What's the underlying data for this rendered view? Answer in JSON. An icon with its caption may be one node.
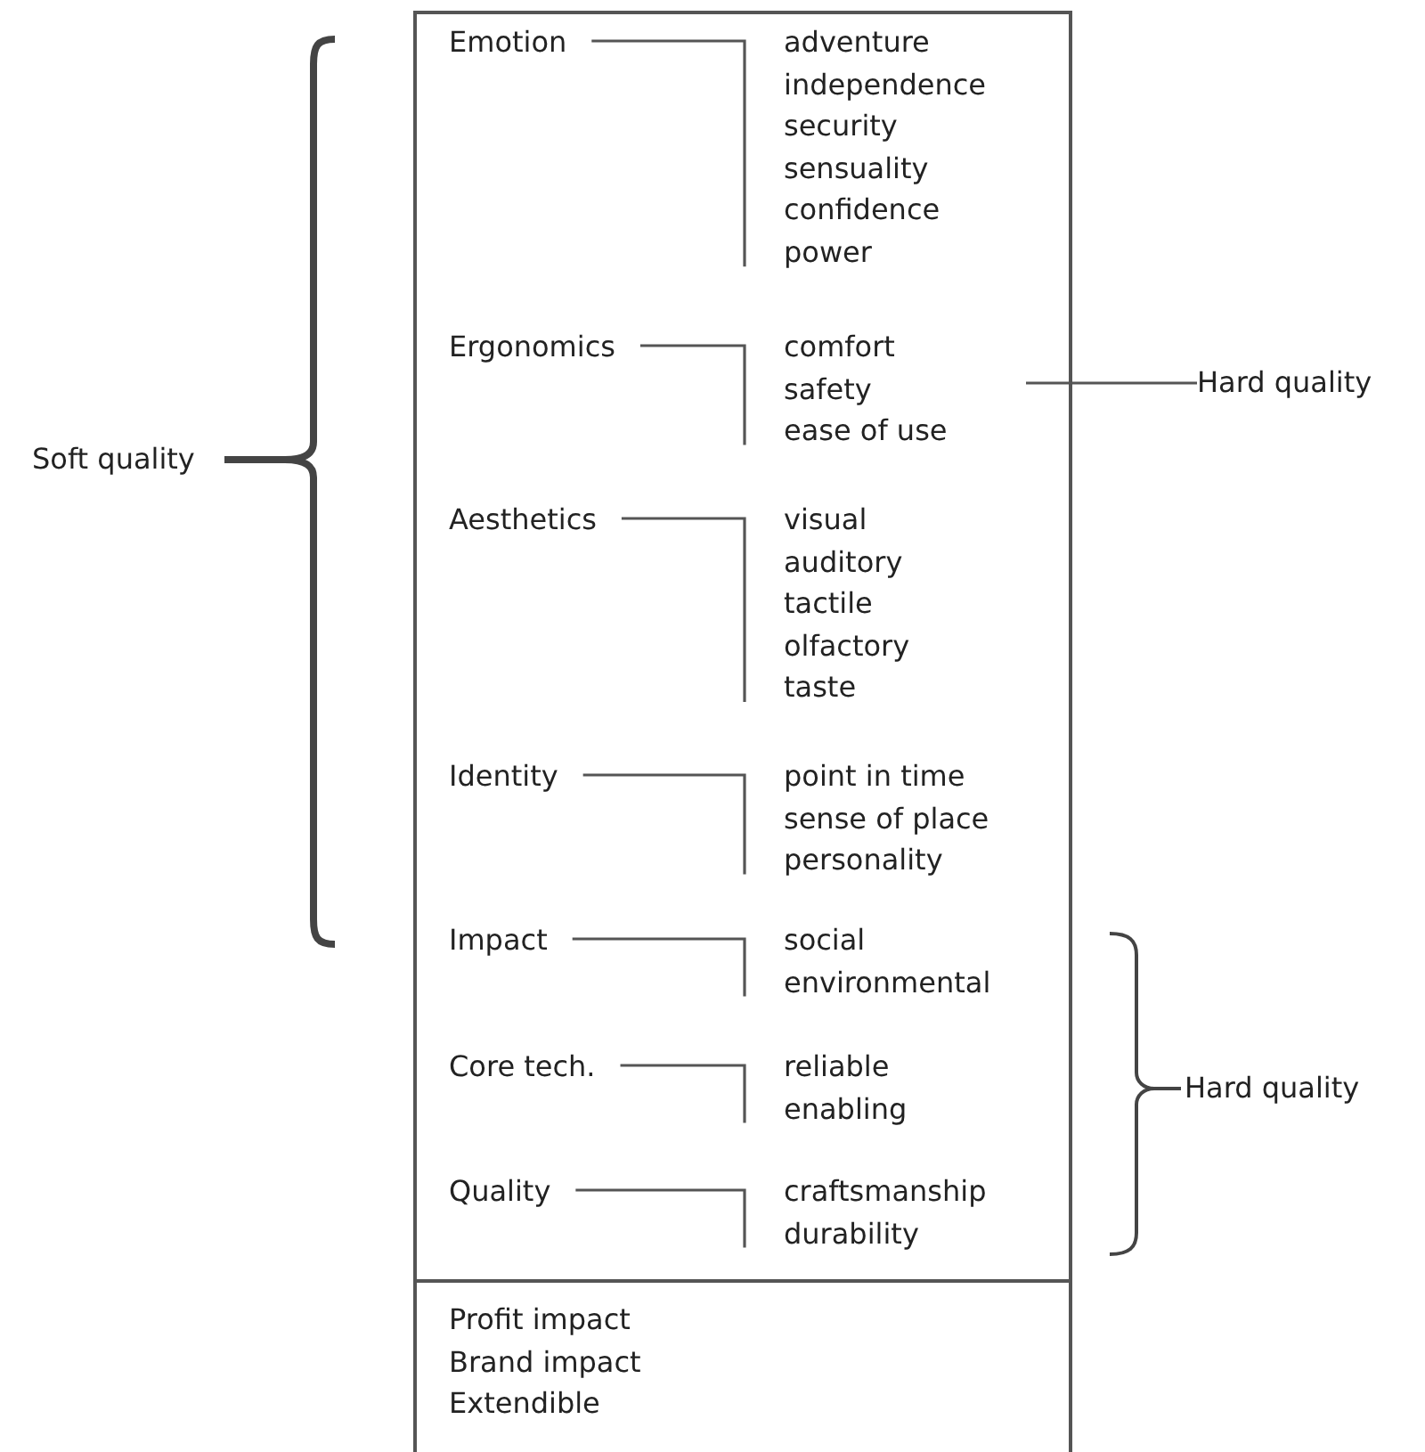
{
  "diagram": {
    "nodes": [
      {
        "text": [],
        "shape": "box"
      },
      {
        "text": [
          "Emotion"
        ],
        "in": 0
      },
      {
        "text": [
          "adventure",
          "independence",
          "security",
          "sensuality",
          "confidence",
          "power"
        ],
        "in": 0
      },
      {
        "text": [
          "Ergonomics"
        ],
        "in": 0
      },
      {
        "text": [
          "comfort",
          "safety",
          "ease of use"
        ],
        "in": 0
      },
      {
        "text": [
          "Aesthetics"
        ],
        "in": 0
      },
      {
        "text": [
          "visual",
          "auditory",
          "tactile",
          "olfactory",
          "taste"
        ],
        "in": 0
      },
      {
        "text": [
          "Identity"
        ],
        "in": 0
      },
      {
        "text": [
          "point in time",
          "sense of place",
          "personality"
        ],
        "in": 0
      },
      {
        "text": [
          "Impact"
        ],
        "in": 0
      },
      {
        "text": [
          "social",
          "environmental"
        ],
        "in": 0
      },
      {
        "text": [
          "Core tech."
        ],
        "in": 0
      },
      {
        "text": [
          "reliable",
          "enabling"
        ],
        "in": 0
      },
      {
        "text": [
          "Quality"
        ],
        "in": 0
      },
      {
        "text": [
          "craftsmanship",
          "durability"
        ],
        "in": 0
      },
      {
        "text": [
          "Profit impact",
          "Brand impact",
          "Extendible"
        ]
      },
      {
        "text": [
          "Hard quality"
        ]
      }
    ],
    "edges": [
      {
        "from": 1,
        "to": 2,
        "arrow": "none"
      },
      {
        "from": 3,
        "to": 4,
        "arrow": "none"
      },
      {
        "from": 5,
        "to": 6,
        "arrow": "none"
      },
      {
        "from": 7,
        "to": 8,
        "arrow": "none"
      },
      {
        "from": 9,
        "to": 10,
        "arrow": "none"
      },
      {
        "from": 11,
        "to": 12,
        "arrow": "none"
      },
      {
        "from": 13,
        "to": 14,
        "arrow": "none"
      },
      {
        "from": 4,
        "to": 16,
        "arrow": "none"
      }
    ],
    "labels": [
      "Soft quality",
      "Hard quality"
    ]
  }
}
